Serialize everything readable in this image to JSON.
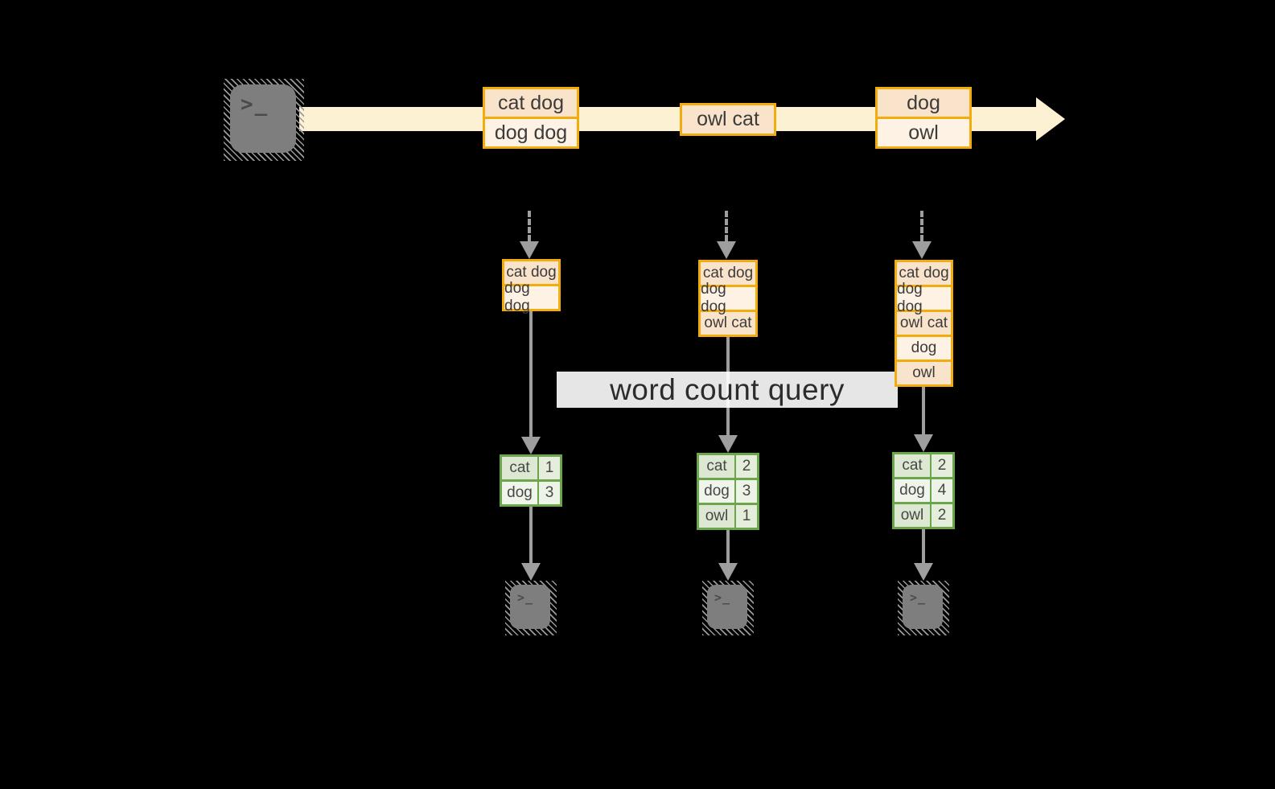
{
  "diagram": {
    "banner_label": "word count query",
    "terminal_glyph": ">_",
    "stream": {
      "direction": "left-to-right",
      "batches": [
        {
          "events": [
            "cat dog",
            "dog dog"
          ]
        },
        {
          "events": [
            "owl cat"
          ]
        },
        {
          "events": [
            "dog",
            "owl"
          ]
        }
      ]
    },
    "columns": [
      {
        "micro_batch": [
          "cat dog",
          "dog dog"
        ],
        "counts": [
          {
            "word": "cat",
            "count": "1"
          },
          {
            "word": "dog",
            "count": "3"
          }
        ]
      },
      {
        "micro_batch": [
          "cat dog",
          "dog dog",
          "owl cat"
        ],
        "counts": [
          {
            "word": "cat",
            "count": "2"
          },
          {
            "word": "dog",
            "count": "3"
          },
          {
            "word": "owl",
            "count": "1"
          }
        ]
      },
      {
        "micro_batch": [
          "cat dog",
          "dog dog",
          "owl cat",
          "dog",
          "owl"
        ],
        "counts": [
          {
            "word": "cat",
            "count": "2"
          },
          {
            "word": "dog",
            "count": "4"
          },
          {
            "word": "owl",
            "count": "2"
          }
        ]
      }
    ],
    "colors": {
      "background": "#000000",
      "amber_border": "#F2AC0D",
      "peach_fill": "#FAE3CB",
      "cream_fill": "#FDF2E3",
      "stream_band": "#FCF1D2",
      "green_border": "#6CA64C",
      "green_cell_dark": "#DCE8D2",
      "green_cell_light": "#F0F5EC",
      "arrow_gray": "#9E9E9E",
      "terminal_gray": "#7E7E7E",
      "banner_bg": "#FFFFFF",
      "text_dark": "#3B3B3B"
    }
  }
}
